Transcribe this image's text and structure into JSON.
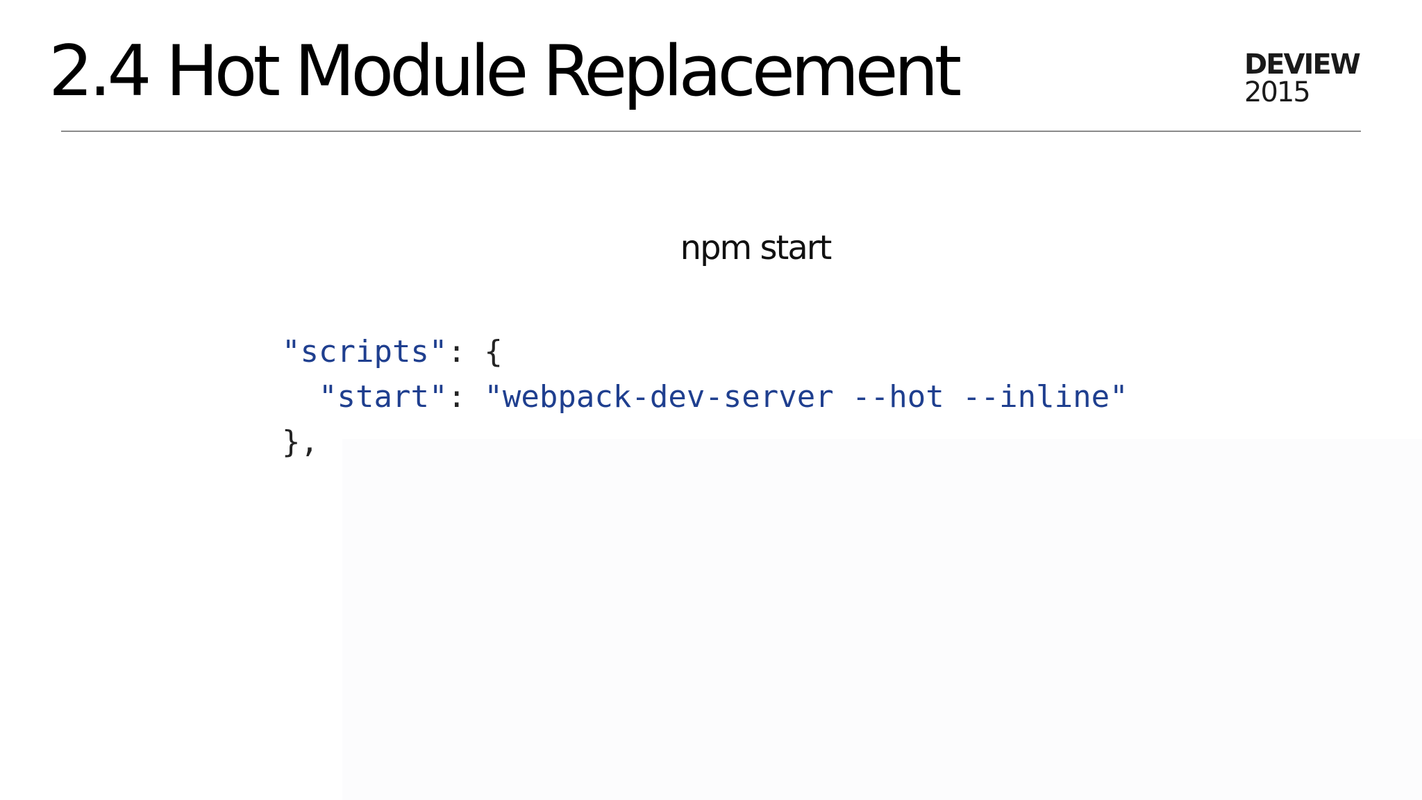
{
  "slide": {
    "title": "2.4 Hot Module Replacement",
    "brand": {
      "name": "DEVIEW",
      "year": "2015"
    },
    "subtitle": "npm start",
    "code": {
      "lines": [
        {
          "key": "\"scripts\"",
          "suffix": ": {"
        },
        {
          "key": "\"start\"",
          "separator": ": ",
          "value": "\"webpack-dev-server --hot --inline\""
        },
        {
          "closing": "},"
        }
      ]
    },
    "colors": {
      "title": "#000000",
      "code_string": "#1f3f8f",
      "rule": "#8a8a8a"
    }
  }
}
